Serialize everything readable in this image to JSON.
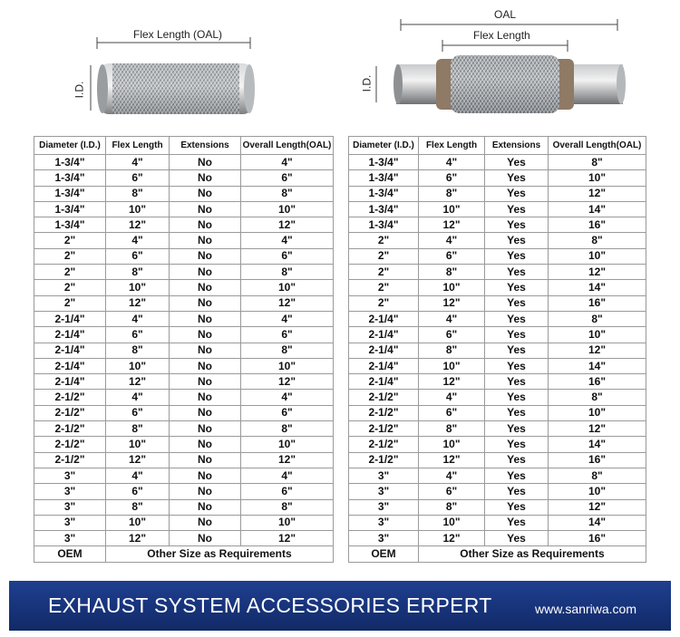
{
  "left": {
    "top_label": "Flex Length (OAL)",
    "side_label": "I.D.",
    "headers": [
      "Diameter (I.D.)",
      "Flex Length",
      "Extensions",
      "Overall Length(OAL)"
    ],
    "rows": [
      [
        "1-3/4\"",
        "4\"",
        "No",
        "4\""
      ],
      [
        "1-3/4\"",
        "6\"",
        "No",
        "6\""
      ],
      [
        "1-3/4\"",
        "8\"",
        "No",
        "8\""
      ],
      [
        "1-3/4\"",
        "10\"",
        "No",
        "10\""
      ],
      [
        "1-3/4\"",
        "12\"",
        "No",
        "12\""
      ],
      [
        "2\"",
        "4\"",
        "No",
        "4\""
      ],
      [
        "2\"",
        "6\"",
        "No",
        "6\""
      ],
      [
        "2\"",
        "8\"",
        "No",
        "8\""
      ],
      [
        "2\"",
        "10\"",
        "No",
        "10\""
      ],
      [
        "2\"",
        "12\"",
        "No",
        "12\""
      ],
      [
        "2-1/4\"",
        "4\"",
        "No",
        "4\""
      ],
      [
        "2-1/4\"",
        "6\"",
        "No",
        "6\""
      ],
      [
        "2-1/4\"",
        "8\"",
        "No",
        "8\""
      ],
      [
        "2-1/4\"",
        "10\"",
        "No",
        "10\""
      ],
      [
        "2-1/4\"",
        "12\"",
        "No",
        "12\""
      ],
      [
        "2-1/2\"",
        "4\"",
        "No",
        "4\""
      ],
      [
        "2-1/2\"",
        "6\"",
        "No",
        "6\""
      ],
      [
        "2-1/2\"",
        "8\"",
        "No",
        "8\""
      ],
      [
        "2-1/2\"",
        "10\"",
        "No",
        "10\""
      ],
      [
        "2-1/2\"",
        "12\"",
        "No",
        "12\""
      ],
      [
        "3\"",
        "4\"",
        "No",
        "4\""
      ],
      [
        "3\"",
        "6\"",
        "No",
        "6\""
      ],
      [
        "3\"",
        "8\"",
        "No",
        "8\""
      ],
      [
        "3\"",
        "10\"",
        "No",
        "10\""
      ],
      [
        "3\"",
        "12\"",
        "No",
        "12\""
      ]
    ],
    "footer": [
      "OEM",
      "Other Size as Requirements"
    ]
  },
  "right": {
    "top_label": "OAL",
    "inner_label": "Flex Length",
    "side_label": "I.D.",
    "headers": [
      "Diameter (I.D.)",
      "Flex Length",
      "Extensions",
      "Overall Length(OAL)"
    ],
    "rows": [
      [
        "1-3/4\"",
        "4\"",
        "Yes",
        "8\""
      ],
      [
        "1-3/4\"",
        "6\"",
        "Yes",
        "10\""
      ],
      [
        "1-3/4\"",
        "8\"",
        "Yes",
        "12\""
      ],
      [
        "1-3/4\"",
        "10\"",
        "Yes",
        "14\""
      ],
      [
        "1-3/4\"",
        "12\"",
        "Yes",
        "16\""
      ],
      [
        "2\"",
        "4\"",
        "Yes",
        "8\""
      ],
      [
        "2\"",
        "6\"",
        "Yes",
        "10\""
      ],
      [
        "2\"",
        "8\"",
        "Yes",
        "12\""
      ],
      [
        "2\"",
        "10\"",
        "Yes",
        "14\""
      ],
      [
        "2\"",
        "12\"",
        "Yes",
        "16\""
      ],
      [
        "2-1/4\"",
        "4\"",
        "Yes",
        "8\""
      ],
      [
        "2-1/4\"",
        "6\"",
        "Yes",
        "10\""
      ],
      [
        "2-1/4\"",
        "8\"",
        "Yes",
        "12\""
      ],
      [
        "2-1/4\"",
        "10\"",
        "Yes",
        "14\""
      ],
      [
        "2-1/4\"",
        "12\"",
        "Yes",
        "16\""
      ],
      [
        "2-1/2\"",
        "4\"",
        "Yes",
        "8\""
      ],
      [
        "2-1/2\"",
        "6\"",
        "Yes",
        "10\""
      ],
      [
        "2-1/2\"",
        "8\"",
        "Yes",
        "12\""
      ],
      [
        "2-1/2\"",
        "10\"",
        "Yes",
        "14\""
      ],
      [
        "2-1/2\"",
        "12\"",
        "Yes",
        "16\""
      ],
      [
        "3\"",
        "4\"",
        "Yes",
        "8\""
      ],
      [
        "3\"",
        "6\"",
        "Yes",
        "10\""
      ],
      [
        "3\"",
        "8\"",
        "Yes",
        "12\""
      ],
      [
        "3\"",
        "10\"",
        "Yes",
        "14\""
      ],
      [
        "3\"",
        "12\"",
        "Yes",
        "16\""
      ]
    ],
    "footer": [
      "OEM",
      "Other Size as Requirements"
    ]
  },
  "banner": {
    "title": "EXHAUST SYSTEM ACCESSORIES ERPERT",
    "url": "www.sanriwa.com",
    "color": "#17337a"
  }
}
